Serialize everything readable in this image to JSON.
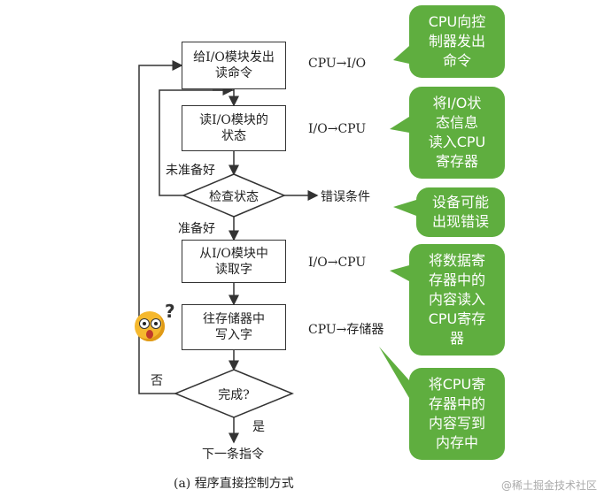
{
  "flow": {
    "box1": "给I/O模块发出\n读命令",
    "box2": "读I/O模块的\n状态",
    "diamond1": "检查状态",
    "box3": "从I/O模块中\n读取字",
    "box4": "往存储器中\n写入字",
    "diamond2": "完成?",
    "end_label": "下一条指令",
    "label_not_ready": "未准备好",
    "label_ready": "准备好",
    "label_error": "错误条件",
    "label_no": "否",
    "label_yes": "是",
    "side1": "CPU→I/O",
    "side2": "I/O→CPU",
    "side3": "I/O→CPU",
    "side4": "CPU→存储器",
    "caption": "(a) 程序直接控制方式"
  },
  "bubbles": [
    "CPU向控\n制器发出\n命令",
    "将I/O状\n态信息\n读入CPU\n寄存器",
    "设备可能\n出现错误",
    "将数据寄\n存器中的\n内容读入\nCPU寄存\n器",
    "将CPU寄\n存器中的\n内容写到\n内存中"
  ],
  "watermark": "@稀土掘金技术社区",
  "colors": {
    "bubble": "#5fae3f",
    "line": "#333333"
  }
}
